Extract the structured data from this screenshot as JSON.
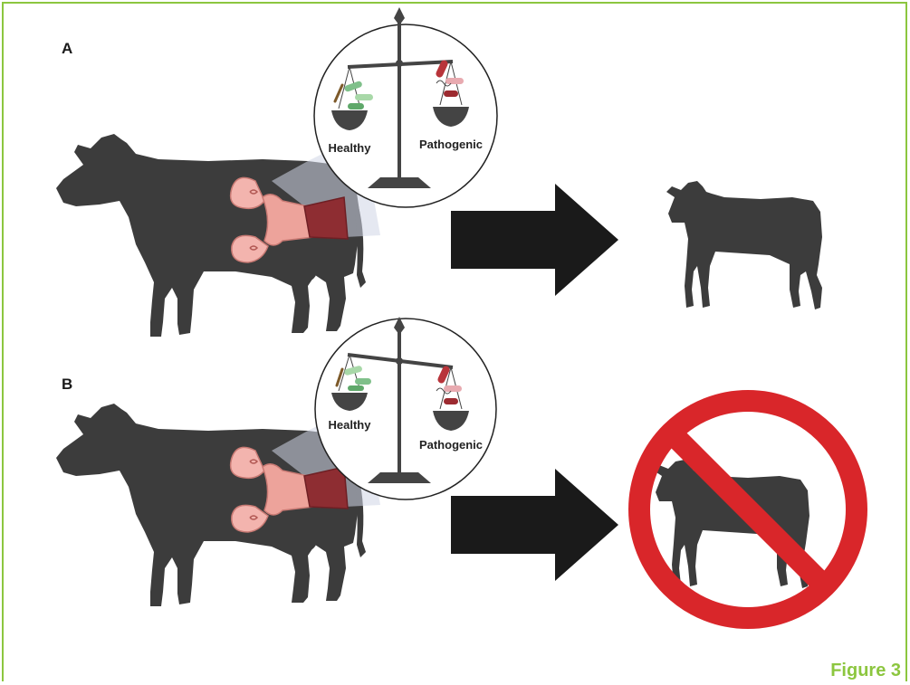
{
  "figure": {
    "label": "Figure 3",
    "accent_color": "#8cc63f"
  },
  "panels": [
    {
      "label": "A",
      "scale": {
        "left_label": "Healthy",
        "right_label": "Pathogenic",
        "tilt": "balanced"
      },
      "outcome": "healthy-calf"
    },
    {
      "label": "B",
      "scale": {
        "left_label": "Healthy",
        "right_label": "Pathogenic",
        "tilt": "toward-pathogenic"
      },
      "outcome": "no-calf"
    }
  ],
  "colors": {
    "silhouette": "#3c3c3c",
    "arrow": "#1a1a1a",
    "prohibition": "#d9262a",
    "uterus": "#f0a8a0",
    "healthy_bacteria": "#7fc08a",
    "pathogenic_bacteria": "#b8343a"
  }
}
